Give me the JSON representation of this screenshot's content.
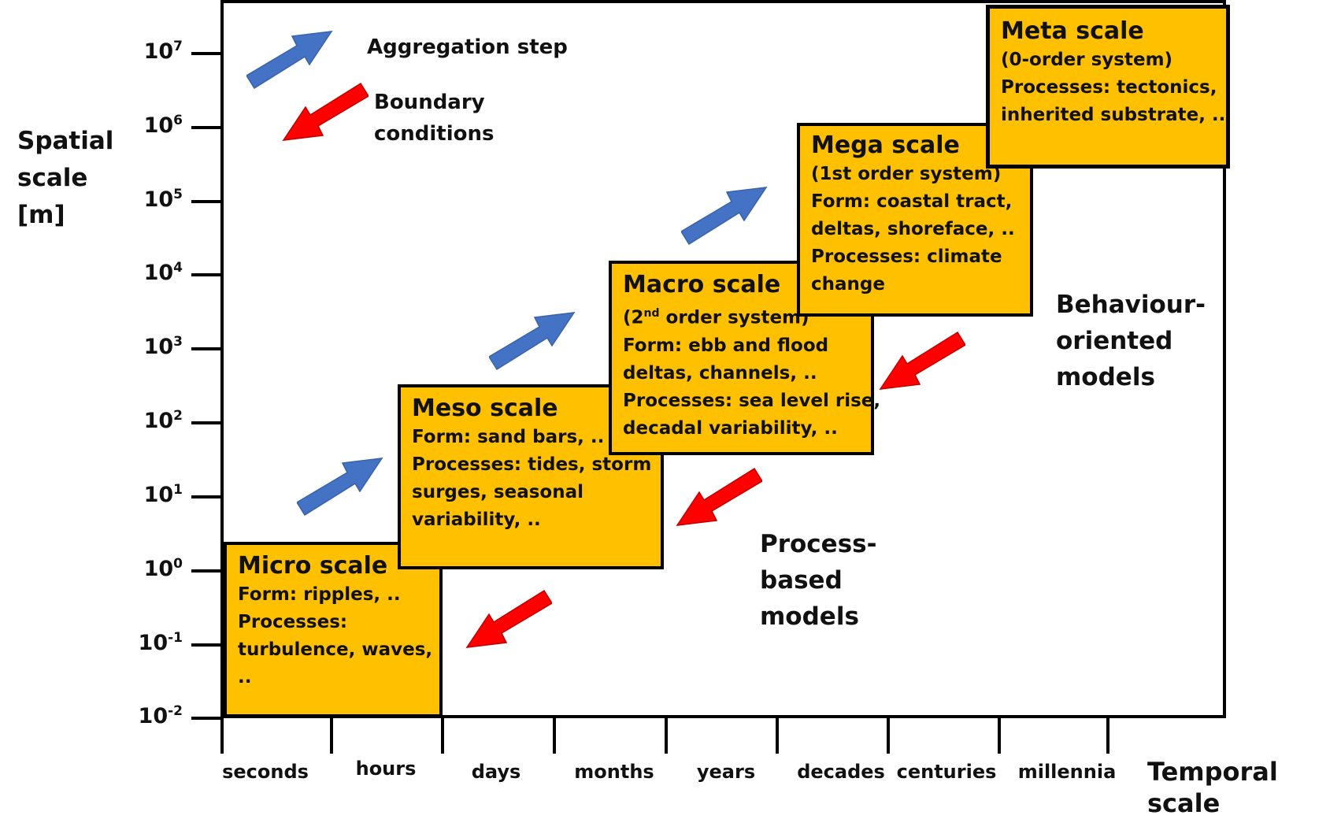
{
  "axes": {
    "y_title_lines": [
      "Spatial",
      "scale",
      "[m]"
    ],
    "x_title": "Temporal scale",
    "y_ticks": [
      {
        "base": "10",
        "exp": "7"
      },
      {
        "base": "10",
        "exp": "6"
      },
      {
        "base": "10",
        "exp": "5"
      },
      {
        "base": "10",
        "exp": "4"
      },
      {
        "base": "10",
        "exp": "3"
      },
      {
        "base": "10",
        "exp": "2"
      },
      {
        "base": "10",
        "exp": "1"
      },
      {
        "base": "10",
        "exp": "0"
      },
      {
        "base": "10",
        "exp": "-1"
      },
      {
        "base": "10",
        "exp": "-2"
      }
    ],
    "x_ticks": [
      "seconds",
      "hours",
      "days",
      "months",
      "years",
      "decades",
      "centuries",
      "millennia"
    ]
  },
  "legend": {
    "aggregation": "Aggregation step",
    "boundary_lines": [
      "Boundary",
      "conditions"
    ],
    "aggregation_color": "#4472C4",
    "boundary_color": "#FF0000"
  },
  "scales": {
    "micro": {
      "title": "Micro scale",
      "lines": [
        "Form: ripples, ..",
        "Processes:",
        "turbulence, waves,",
        ".."
      ]
    },
    "meso": {
      "title": "Meso scale",
      "lines": [
        "Form: sand bars, ..",
        "Processes: tides, storm",
        "surges, seasonal",
        "variability, .."
      ]
    },
    "macro": {
      "title": "Macro scale",
      "order_pre": "(2",
      "order_sup": "nd",
      "order_post": " order system)",
      "lines": [
        "Form: ebb and flood",
        "deltas, channels, ..",
        "Processes: sea level rise,",
        "decadal variability, .."
      ]
    },
    "mega": {
      "title": "Mega scale",
      "lines": [
        "(1st order system)",
        "Form: coastal tract,",
        "deltas, shoreface, ..",
        "Processes: climate",
        "change"
      ]
    },
    "meta": {
      "title": "Meta scale",
      "lines": [
        "(0-order system)",
        "Processes: tectonics,",
        "inherited substrate, .."
      ]
    }
  },
  "models": {
    "process_lines": [
      "Process-",
      "based",
      "models"
    ],
    "behaviour_lines": [
      "Behaviour-",
      "oriented",
      "models"
    ]
  },
  "box_color": "#FFC000"
}
